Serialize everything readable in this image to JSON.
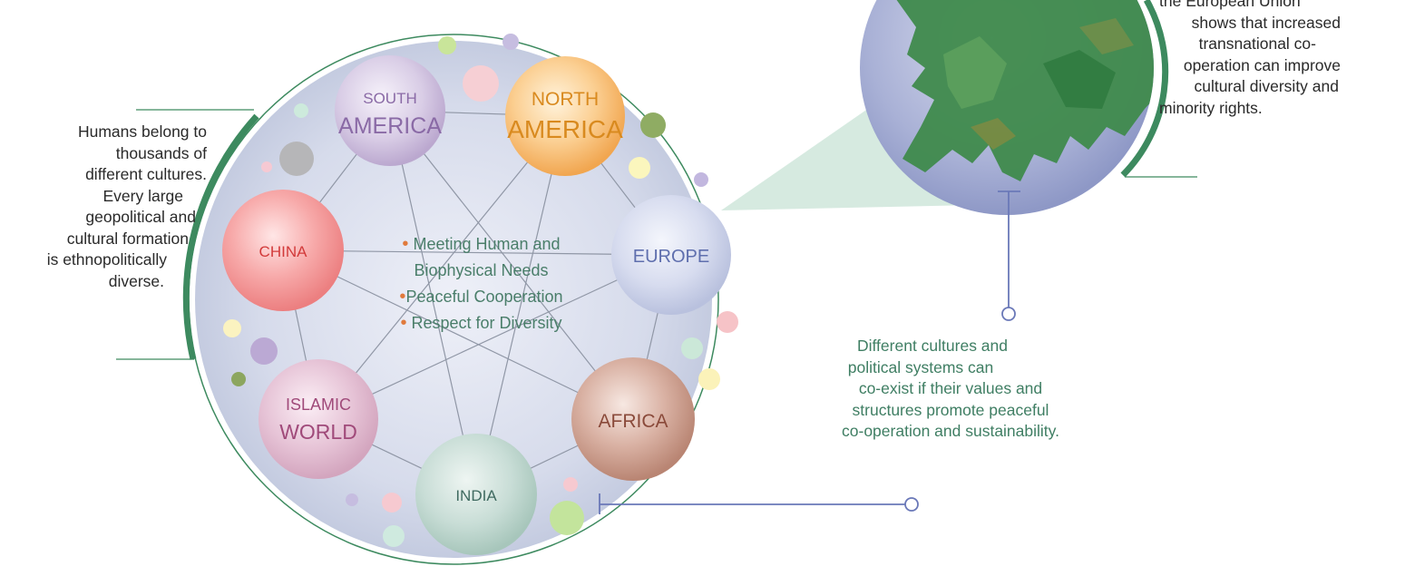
{
  "diagram": {
    "nodes": [
      {
        "id": "south-america",
        "small": "SOUTH",
        "big": "AMERICA",
        "label_color": "#8a6aa6"
      },
      {
        "id": "north-america",
        "small": "NORTH",
        "big": "AMERICA",
        "label_color": "#d98a1f"
      },
      {
        "id": "china",
        "small": "",
        "big": "CHINA",
        "label_color": "#d23a3a"
      },
      {
        "id": "europe",
        "small": "",
        "big": "EUROPE",
        "label_color": "#5f6fae"
      },
      {
        "id": "islamic-world",
        "small": "ISLAMIC",
        "big": "WORLD",
        "label_color": "#a04a7a"
      },
      {
        "id": "africa",
        "small": "",
        "big": "AFRICA",
        "label_color": "#8a4a3a"
      },
      {
        "id": "india",
        "small": "",
        "big": "INDIA",
        "label_color": "#3f6a60"
      }
    ],
    "goals": [
      {
        "bullet": "•",
        "lines": [
          "Meeting Human and",
          "Biophysical Needs"
        ]
      },
      {
        "bullet": "•",
        "lines": [
          "Peaceful Cooperation"
        ]
      },
      {
        "bullet": "•",
        "lines": [
          "Respect for Diversity"
        ]
      }
    ]
  },
  "notes": {
    "left": [
      "Humans belong to",
      "thousands of",
      "different cultures.",
      "Every large",
      "geopolitical and",
      "cultural formation",
      "is ethnopolitically",
      "diverse."
    ],
    "right": [
      "the European Union",
      "shows that increased",
      "transnational co-",
      "operation can improve",
      "cultural diversity and",
      "minority rights."
    ],
    "bottom": [
      "Different cultures and",
      "political systems can",
      "co-exist if their values and",
      "structures promote peaceful",
      "co-operation and sustainability."
    ]
  },
  "colors": {
    "accent_green": "#3d8a5f",
    "connector_blue": "#6a78b8",
    "bullet_orange": "#e07a3c",
    "goal_text": "#4a7e6a"
  }
}
